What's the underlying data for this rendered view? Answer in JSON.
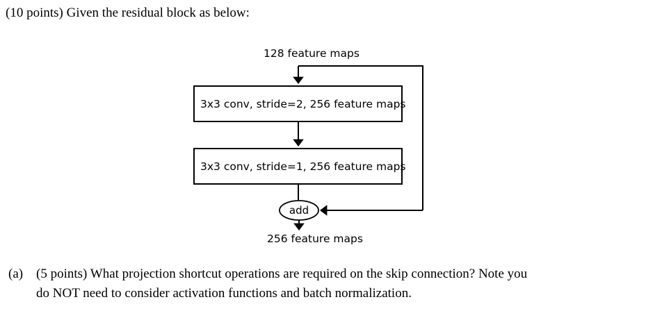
{
  "prompt": {
    "intro": "(10 points) Given the residual block as below:"
  },
  "diagram": {
    "title_semantic": "residual-block",
    "input_label": "128 feature maps",
    "block_1_label": "3x3 conv, stride=2, 256 feature maps",
    "block_2_label": "3x3 conv, stride=1, 256 feature maps",
    "merge_label": "add",
    "output_label": "256 feature maps",
    "line_color": "#000000",
    "box_fill": "#ffffff",
    "text_color": "#000000"
  },
  "subquestion": {
    "label": "(a)",
    "points": "(5 points)",
    "line_1": "(5 points) What projection shortcut operations are required on the skip connection? Note you",
    "line_2": "do NOT need to consider activation functions and batch normalization."
  }
}
